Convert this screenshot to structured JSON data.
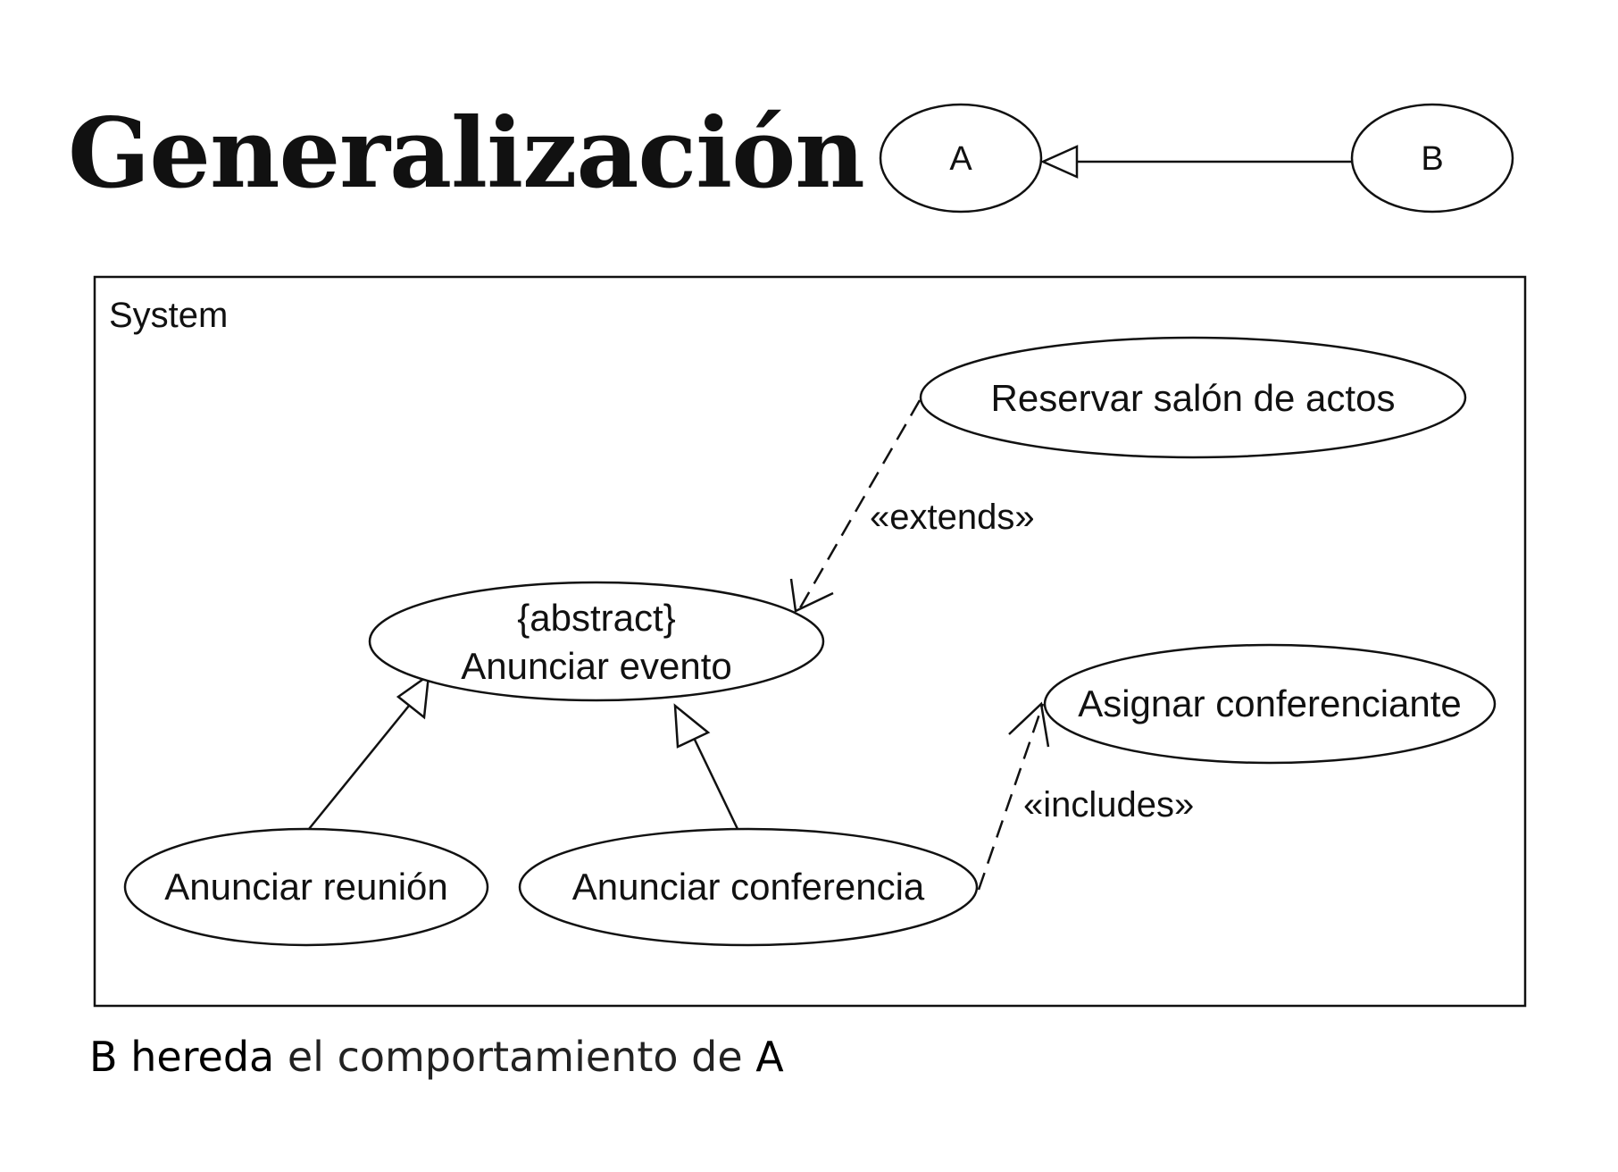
{
  "title": "Generalización",
  "legend": {
    "node_a": "A",
    "node_b": "B"
  },
  "diagram": {
    "system_label": "System",
    "use_cases": {
      "reservar": "Reservar salón de actos",
      "anunciar_evento_stereotype": "{abstract}",
      "anunciar_evento": "Anunciar evento",
      "asignar": "Asignar conferenciante",
      "reunion": "Anunciar reunión",
      "conferencia": "Anunciar conferencia"
    },
    "relations": {
      "extends": "«extends»",
      "includes": "«includes»"
    }
  },
  "caption": {
    "part1": "B",
    "part2": "hereda",
    "part3": "el comportamiento de",
    "part4": "A"
  }
}
